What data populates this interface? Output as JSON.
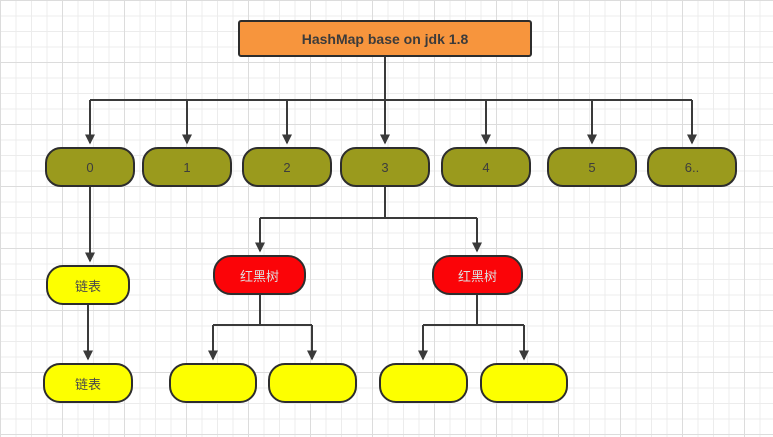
{
  "title": {
    "label": "HashMap base on jdk 1.8"
  },
  "buckets": [
    {
      "label": "0"
    },
    {
      "label": "1"
    },
    {
      "label": "2"
    },
    {
      "label": "3"
    },
    {
      "label": "4"
    },
    {
      "label": "5"
    },
    {
      "label": "6.."
    }
  ],
  "linked_list_nodes": [
    {
      "label": "链表"
    },
    {
      "label": "链表"
    }
  ],
  "tree_nodes": [
    {
      "label": "红黑树"
    },
    {
      "label": "红黑树"
    }
  ],
  "leaf_nodes": [
    {
      "label": ""
    },
    {
      "label": ""
    },
    {
      "label": ""
    },
    {
      "label": ""
    }
  ],
  "colors": {
    "title_fill": "#f7953d",
    "bucket_fill": "#9a9a1d",
    "tree_fill": "#fb0408",
    "leaf_fill": "#fdff00",
    "border": "#2d2d2d",
    "line": "#3a3a3a"
  }
}
